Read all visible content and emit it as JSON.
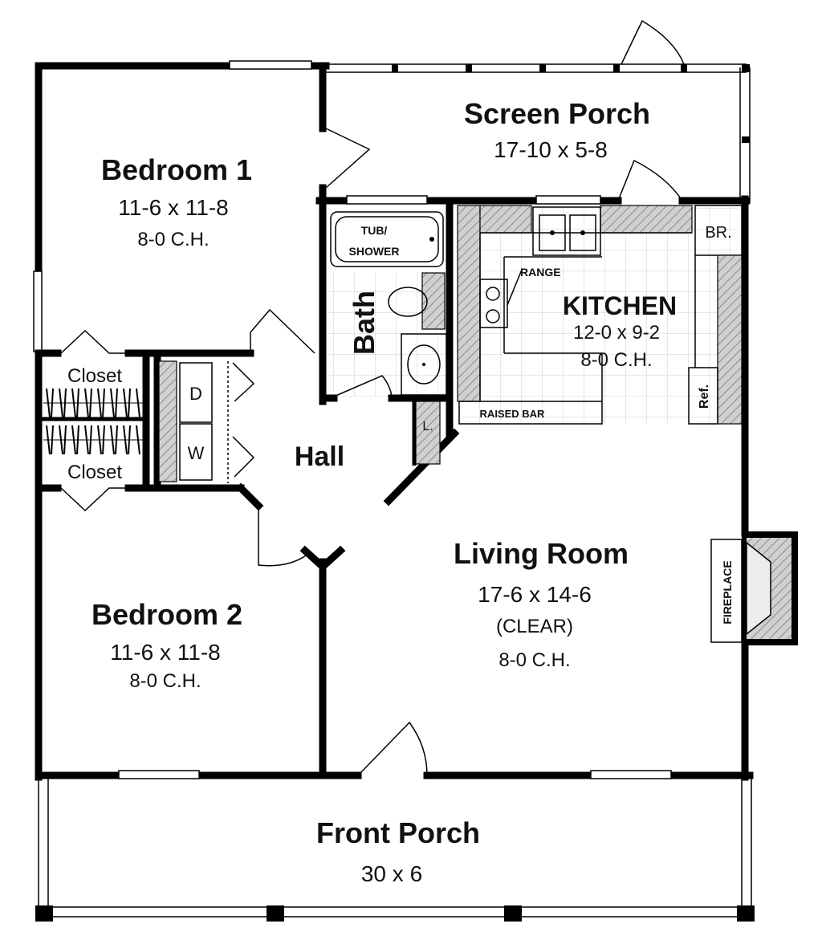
{
  "rooms": {
    "bedroom1": {
      "name": "Bedroom 1",
      "dim": "11-6 x 11-8",
      "ceiling": "8-0 C.H."
    },
    "bedroom2": {
      "name": "Bedroom 2",
      "dim": "11-6 x 11-8",
      "ceiling": "8-0 C.H."
    },
    "screen_porch": {
      "name": "Screen Porch",
      "dim": "17-10 x 5-8"
    },
    "kitchen": {
      "name": "KITCHEN",
      "dim": "12-0 x 9-2",
      "ceiling": "8-0 C.H."
    },
    "living": {
      "name": "Living Room",
      "dim": "17-6 x 14-6",
      "note": "(CLEAR)",
      "ceiling": "8-0 C.H."
    },
    "front_porch": {
      "name": "Front Porch",
      "dim": "30 x 6"
    },
    "bath": {
      "name": "Bath"
    },
    "hall": {
      "name": "Hall"
    }
  },
  "labels": {
    "closet_top": "Closet",
    "closet_bottom": "Closet",
    "dryer": "D",
    "washer": "W",
    "linen": "L.",
    "tub_line1": "TUB/",
    "tub_line2": "SHOWER",
    "range": "RANGE",
    "raised_bar": "RAISED BAR",
    "broom": "BR.",
    "refrigerator": "Ref.",
    "fireplace": "FIREPLACE"
  }
}
